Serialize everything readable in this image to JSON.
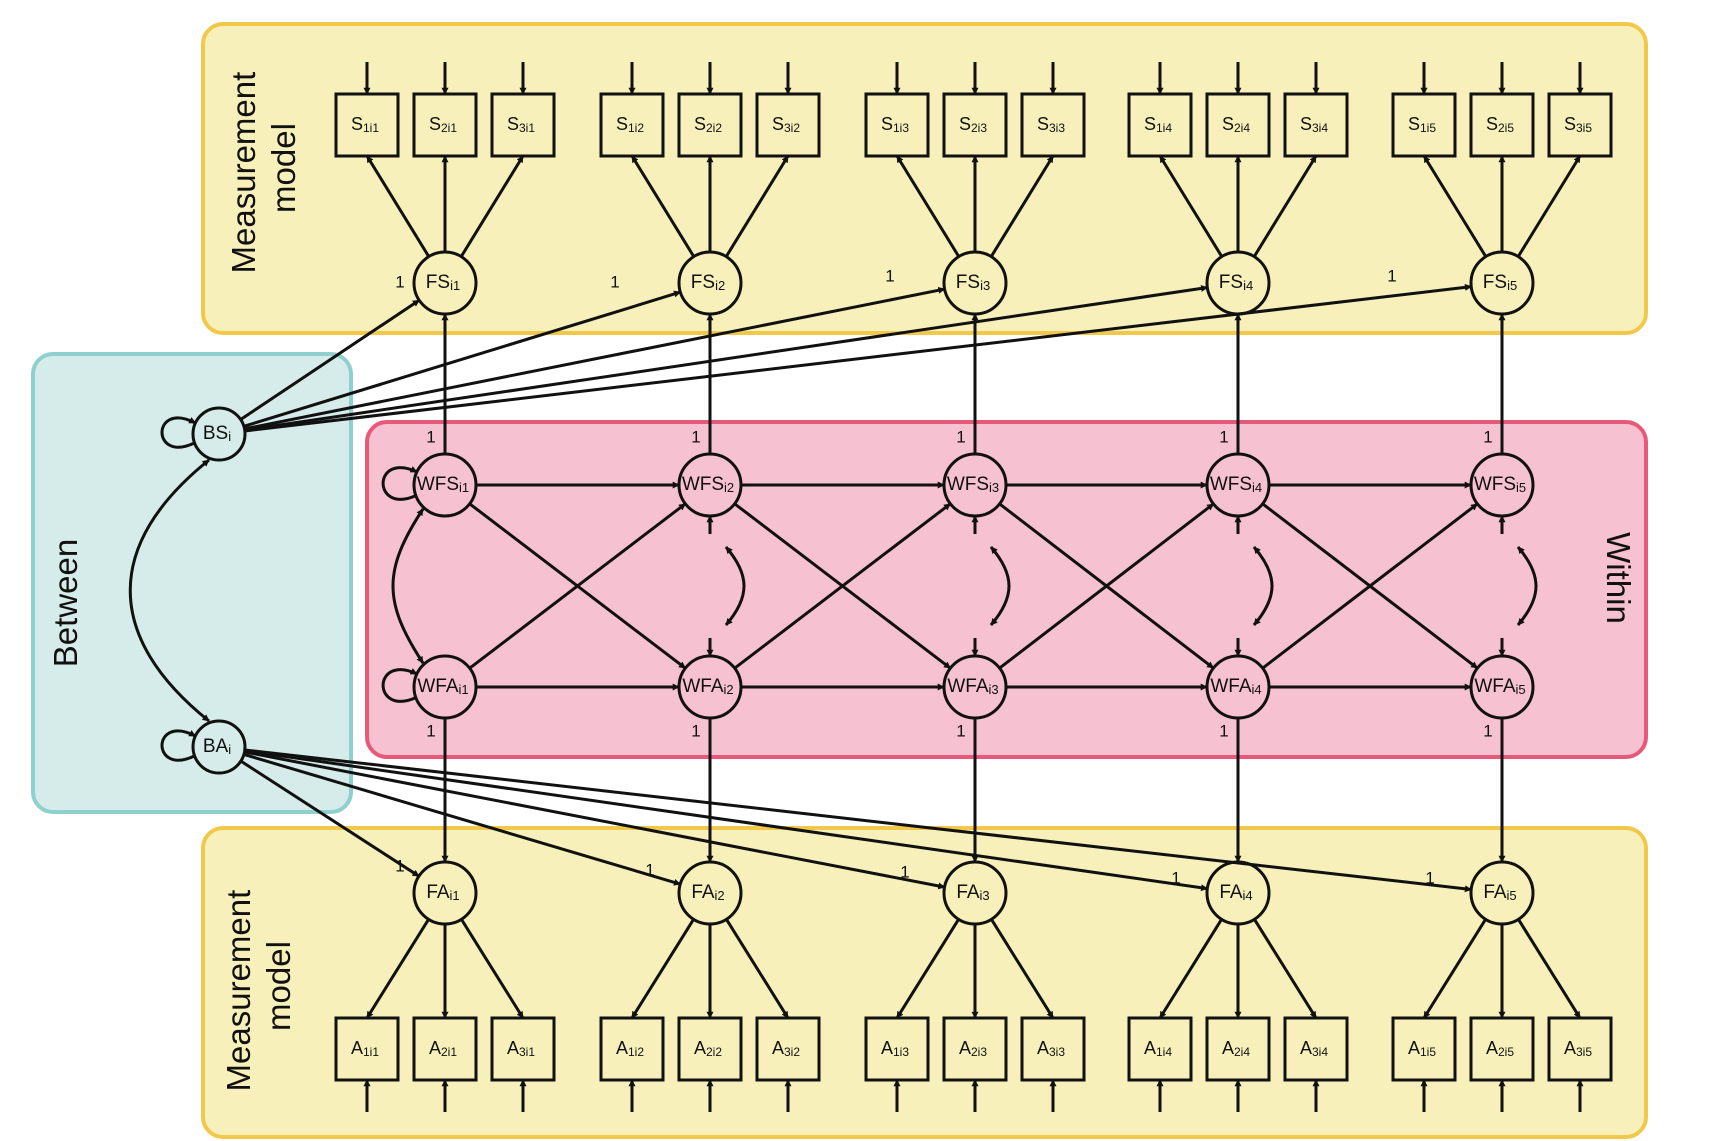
{
  "regions": {
    "measurement_top": {
      "lines": [
        "Measurement",
        "model"
      ]
    },
    "measurement_bottom": {
      "lines": [
        "Measurement",
        "model"
      ]
    },
    "between": {
      "label": "Between"
    },
    "within": {
      "label": "Within"
    }
  },
  "between_factors": [
    {
      "base": "BS",
      "sub": "i"
    },
    {
      "base": "BA",
      "sub": "i"
    }
  ],
  "occasions": [
    {
      "fs": {
        "base": "FS",
        "sub": "i1"
      },
      "wfs": {
        "base": "WFS",
        "sub": "i1"
      },
      "wfa": {
        "base": "WFA",
        "sub": "i1"
      },
      "fa": {
        "base": "FA",
        "sub": "i1"
      },
      "s": [
        {
          "base": "S",
          "sub": "1i1"
        },
        {
          "base": "S",
          "sub": "2i1"
        },
        {
          "base": "S",
          "sub": "3i1"
        }
      ],
      "a": [
        {
          "base": "A",
          "sub": "1i1"
        },
        {
          "base": "A",
          "sub": "2i1"
        },
        {
          "base": "A",
          "sub": "3i1"
        }
      ],
      "loadings": {
        "bs_fs": "1",
        "wfs_fs": "1",
        "wfa_fa": "1",
        "ba_fa": "1"
      }
    },
    {
      "fs": {
        "base": "FS",
        "sub": "i2"
      },
      "wfs": {
        "base": "WFS",
        "sub": "i2"
      },
      "wfa": {
        "base": "WFA",
        "sub": "i2"
      },
      "fa": {
        "base": "FA",
        "sub": "i2"
      },
      "s": [
        {
          "base": "S",
          "sub": "1i2"
        },
        {
          "base": "S",
          "sub": "2i2"
        },
        {
          "base": "S",
          "sub": "3i2"
        }
      ],
      "a": [
        {
          "base": "A",
          "sub": "1i2"
        },
        {
          "base": "A",
          "sub": "2i2"
        },
        {
          "base": "A",
          "sub": "3i2"
        }
      ],
      "loadings": {
        "bs_fs": "1",
        "wfs_fs": "1",
        "wfa_fa": "1",
        "ba_fa": "1"
      }
    },
    {
      "fs": {
        "base": "FS",
        "sub": "i3"
      },
      "wfs": {
        "base": "WFS",
        "sub": "i3"
      },
      "wfa": {
        "base": "WFA",
        "sub": "i3"
      },
      "fa": {
        "base": "FA",
        "sub": "i3"
      },
      "s": [
        {
          "base": "S",
          "sub": "1i3"
        },
        {
          "base": "S",
          "sub": "2i3"
        },
        {
          "base": "S",
          "sub": "3i3"
        }
      ],
      "a": [
        {
          "base": "A",
          "sub": "1i3"
        },
        {
          "base": "A",
          "sub": "2i3"
        },
        {
          "base": "A",
          "sub": "3i3"
        }
      ],
      "loadings": {
        "bs_fs": "1",
        "wfs_fs": "1",
        "wfa_fa": "1",
        "ba_fa": "1"
      }
    },
    {
      "fs": {
        "base": "FS",
        "sub": "i4"
      },
      "wfs": {
        "base": "WFS",
        "sub": "i4"
      },
      "wfa": {
        "base": "WFA",
        "sub": "i4"
      },
      "fa": {
        "base": "FA",
        "sub": "i4"
      },
      "s": [
        {
          "base": "S",
          "sub": "1i4"
        },
        {
          "base": "S",
          "sub": "2i4"
        },
        {
          "base": "S",
          "sub": "3i4"
        }
      ],
      "a": [
        {
          "base": "A",
          "sub": "1i4"
        },
        {
          "base": "A",
          "sub": "2i4"
        },
        {
          "base": "A",
          "sub": "3i4"
        }
      ],
      "loadings": {
        "bs_fs": "",
        "wfs_fs": "1",
        "wfa_fa": "1",
        "ba_fa": "1"
      }
    },
    {
      "fs": {
        "base": "FS",
        "sub": "i5"
      },
      "wfs": {
        "base": "WFS",
        "sub": "i5"
      },
      "wfa": {
        "base": "WFA",
        "sub": "i5"
      },
      "fa": {
        "base": "FA",
        "sub": "i5"
      },
      "s": [
        {
          "base": "S",
          "sub": "1i5"
        },
        {
          "base": "S",
          "sub": "2i5"
        },
        {
          "base": "S",
          "sub": "3i5"
        }
      ],
      "a": [
        {
          "base": "A",
          "sub": "1i5"
        },
        {
          "base": "A",
          "sub": "2i5"
        },
        {
          "base": "A",
          "sub": "3i5"
        }
      ],
      "loadings": {
        "bs_fs": "1",
        "wfs_fs": "1",
        "wfa_fa": "1",
        "ba_fa": "1"
      }
    }
  ],
  "colors": {
    "measurement_fill": "#f8f0ba",
    "measurement_border": "#f2c84b",
    "between_fill": "#d6ecea",
    "between_border": "#8fd0cf",
    "within_fill": "#f6c1d0",
    "within_border": "#e8587a",
    "stroke": "#111111"
  }
}
